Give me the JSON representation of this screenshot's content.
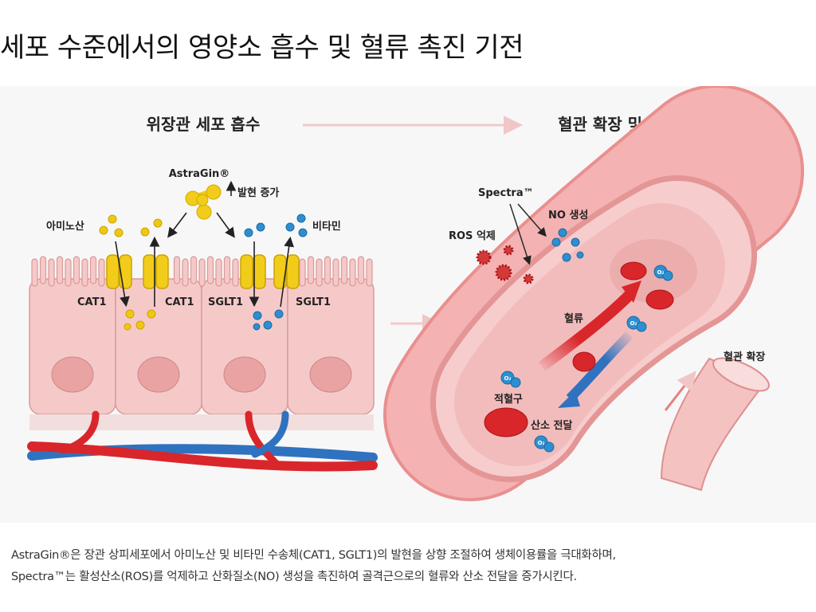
{
  "title": "세포 수준에서의 영양소 흡수 및 혈류 촉진 기전",
  "figure": {
    "left_panel": {
      "heading": "위장관 세포 흡수",
      "astragin_label": "AstraGin®",
      "expression_label": "발현 증가",
      "amino_label": "아미노산",
      "vitamin_label": "비타민",
      "transporters": [
        "CAT1",
        "CAT1",
        "SGLT1",
        "SGLT1"
      ]
    },
    "right_panel": {
      "heading": "혈관 확장 및 혈류",
      "spectra_label": "Spectra™",
      "no_label": "NO 생성",
      "ros_label": "ROS 억제",
      "flow_label": "혈류",
      "rbc_label": "적혈구",
      "oxygen_label": "산소 전달",
      "dilation_label": "혈관 확장",
      "o2": "O₂"
    },
    "colors": {
      "cell": "#f6c9c9",
      "transporter": "#f2cc1a",
      "artery": "#d9262b",
      "vein": "#2f72c0",
      "vessel": "#eea5a5",
      "nutrient_amino": "#f0c814",
      "nutrient_vitamin": "#2d8fd0"
    }
  },
  "caption": {
    "line1": "AstraGin®은 장관 상피세포에서 아미노산 및 비타민 수송체(CAT1, SGLT1)의 발현을 상향 조절하여 생체이용률을 극대화하며,",
    "line2": "Spectra™는 활성산소(ROS)를 억제하고 산화질소(NO) 생성을 촉진하여 골격근으로의 혈류와 산소 전달을 증가시킨다."
  }
}
